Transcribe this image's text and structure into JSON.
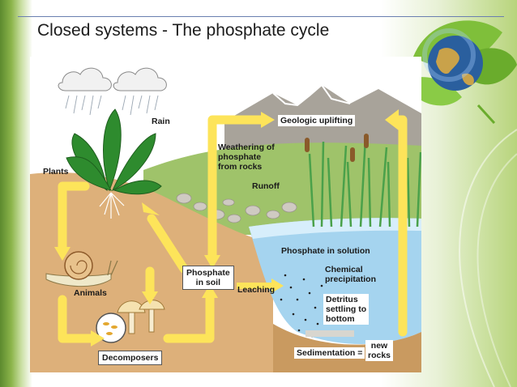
{
  "slide": {
    "title": "Closed systems - The phosphate cycle"
  },
  "diagram": {
    "labels": {
      "rain": "Rain",
      "geologic_uplifting": "Geologic uplifting",
      "weathering_line1": "Weathering of",
      "weathering_line2": "phosphate",
      "weathering_line3": "from rocks",
      "runoff": "Runoff",
      "plants": "Plants",
      "phosphate_in_solution": "Phosphate in solution",
      "chemical_line1": "Chemical",
      "chemical_line2": "precipitation",
      "phosphate_soil_line1": "Phosphate",
      "phosphate_soil_line2": "in soil",
      "leaching": "Leaching",
      "detritus_line1": "Detritus",
      "detritus_line2": "settling to",
      "detritus_line3": "bottom",
      "animals": "Animals",
      "decomposers": "Decomposers",
      "sedimentation": "Sedimentation =",
      "new_rocks_line1": "new",
      "new_rocks_line2": "rocks"
    }
  },
  "colors": {
    "arrow": "#fde45a",
    "soil": "#ddb07a",
    "water": "#a5d4ef",
    "sky": "#ffffff",
    "mountain": "#a8a39a",
    "plant": "#2e8b2e"
  }
}
